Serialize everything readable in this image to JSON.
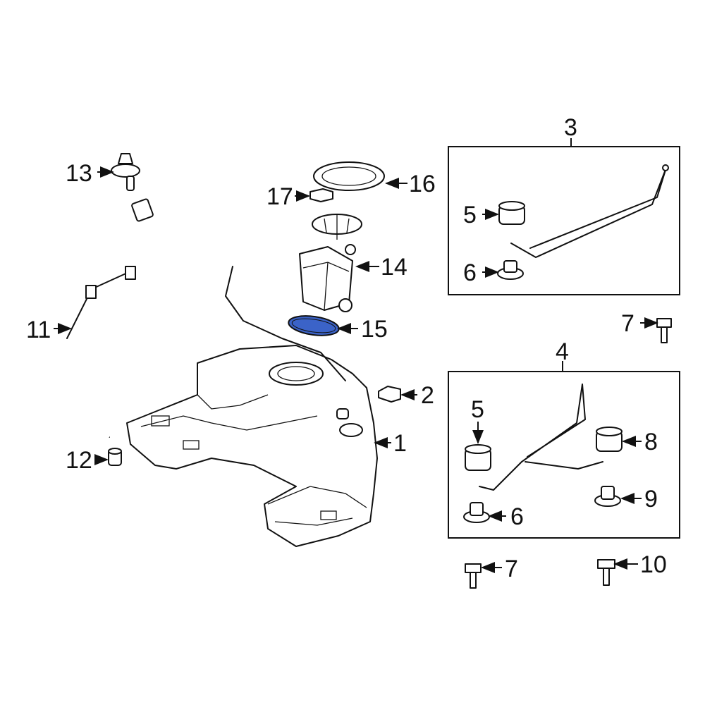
{
  "diagram": {
    "highlight_color": "#3b63c8",
    "callouts": [
      "1",
      "2",
      "3",
      "4",
      "5",
      "6",
      "7",
      "8",
      "9",
      "10",
      "11",
      "12",
      "13",
      "14",
      "15",
      "16",
      "17"
    ],
    "highlighted_part": "15"
  }
}
